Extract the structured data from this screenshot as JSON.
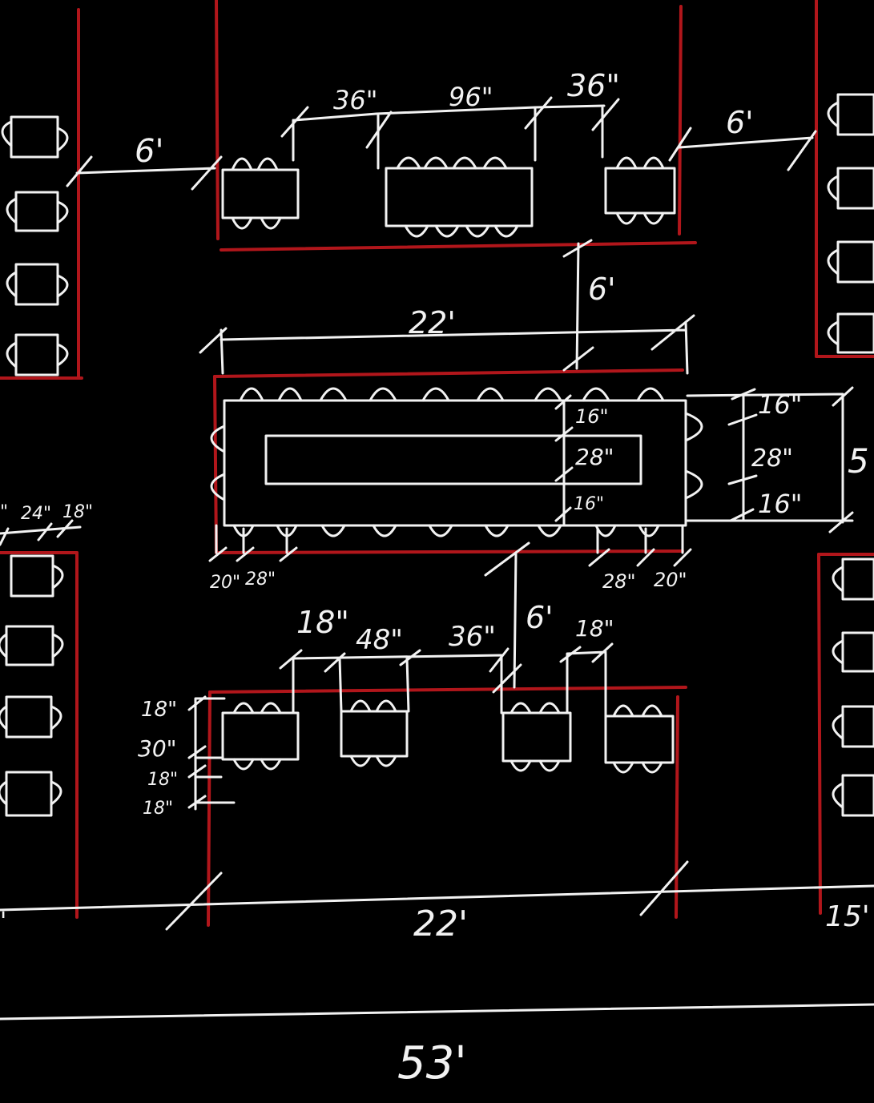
{
  "colors": {
    "background": "#000000",
    "ink": "#f2f2f2",
    "wall": "#b1161b"
  },
  "labels": {
    "top_left_gap": "6'",
    "top_gap_1": "36\"",
    "top_table_len": "96\"",
    "top_gap_2": "36\"",
    "top_right_gap": "6'",
    "bar_gap_top": "6'",
    "bar_len": "22'",
    "bar_top_depth": "16\"",
    "bar_inner_width": "28\"",
    "bar_bottom_depth": "16\"",
    "right_depth_1": "16\"",
    "right_width": "28\"",
    "right_depth_2": "16\"",
    "right_total": "5",
    "left_a": "24\"",
    "left_b": "18\"",
    "left_c": "\"",
    "bottom_left_1": "20\"",
    "bottom_left_2": "28\"",
    "bottom_right_1": "28\"",
    "bottom_right_2": "20\"",
    "bar_gap_bottom": "6'",
    "lower_gap_1": "18\"",
    "lower_table": "48\"",
    "lower_gap_2": "36\"",
    "lower_gap_3": "18\"",
    "side_1": "18\"",
    "side_2": "30\"",
    "side_3": "18\"",
    "side_4": "18\"",
    "bottom_22": "22'",
    "bottom_15": "15'",
    "bottom_left_cut": "'",
    "total_width": "53'"
  }
}
